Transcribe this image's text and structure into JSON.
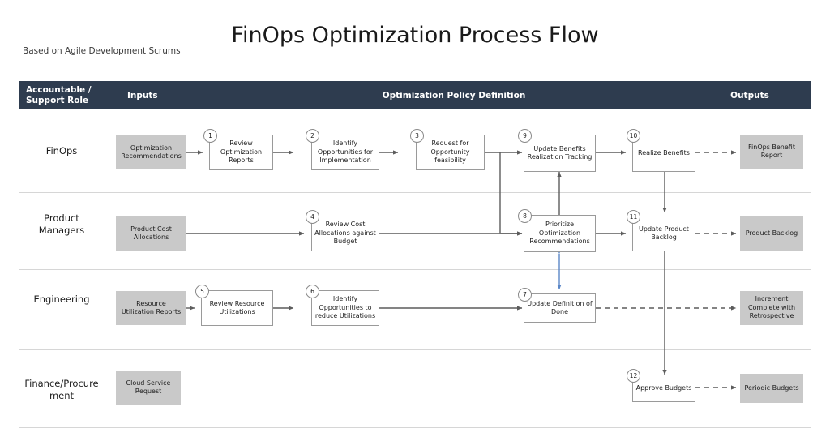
{
  "page": {
    "title": "FinOps Optimization Process Flow",
    "subtitle": "Based on Agile Development Scrums",
    "colors": {
      "header_band": "#2e3c4f",
      "document_fill": "#c9c9c9",
      "process_fill": "#ffffff",
      "process_border": "#9a9a9a",
      "connector": "#5c5c5c",
      "blue_connector": "#5b87c7",
      "lane_separator": "#d6d6d6"
    }
  },
  "header": {
    "columns": [
      {
        "key": "role",
        "label": "Accountable /\nSupport Role"
      },
      {
        "key": "inputs",
        "label": "Inputs"
      },
      {
        "key": "policy",
        "label": "Optimization Policy Definition"
      },
      {
        "key": "outputs",
        "label": "Outputs"
      }
    ],
    "role_line1": "Accountable /",
    "role_line2": "Support Role",
    "inputs": "Inputs",
    "policy": "Optimization Policy Definition",
    "outputs": "Outputs"
  },
  "lanes": [
    {
      "id": "finops",
      "label": "FinOps"
    },
    {
      "id": "product",
      "label": "Product\nManagers",
      "line1": "Product",
      "line2": "Managers"
    },
    {
      "id": "engineering",
      "label": "Engineering"
    },
    {
      "id": "finance",
      "label": "Finance/Procure\nment",
      "line1": "Finance/Procure",
      "line2": "ment"
    }
  ],
  "nodes": {
    "in_optimization_recommendations": {
      "text": "Optimization Recommendations",
      "type": "document",
      "lane": "finops"
    },
    "in_product_cost_allocations": {
      "text": "Product Cost Allocations",
      "type": "document",
      "lane": "product"
    },
    "in_resource_utilization_reports": {
      "text": "Resource Utilization Reports",
      "type": "document",
      "lane": "engineering"
    },
    "in_cloud_service_request": {
      "text": "Cloud Service Request",
      "type": "document",
      "lane": "finance"
    },
    "step1": {
      "number": "1",
      "text": "Review Optimization Reports",
      "type": "process",
      "lane": "finops"
    },
    "step2": {
      "number": "2",
      "text": "Identify Opportunities for Implementation",
      "type": "process",
      "lane": "finops"
    },
    "step3": {
      "number": "3",
      "text": "Request for Opportunity feasibility",
      "type": "process",
      "lane": "finops"
    },
    "step9": {
      "number": "9",
      "text": "Update Benefits Realization Tracking",
      "type": "process",
      "lane": "finops"
    },
    "step10": {
      "number": "10",
      "text": "Realize Benefits",
      "type": "process",
      "lane": "finops"
    },
    "step4": {
      "number": "4",
      "text": "Review Cost Allocations against Budget",
      "type": "process",
      "lane": "product"
    },
    "step8": {
      "number": "8",
      "text": "Prioritize Optimization Recommendations",
      "type": "process",
      "lane": "product"
    },
    "step11": {
      "number": "11",
      "text": "Update Product Backlog",
      "type": "process",
      "lane": "product"
    },
    "step5": {
      "number": "5",
      "text": "Review Resource Utilizations",
      "type": "process",
      "lane": "engineering"
    },
    "step6": {
      "number": "6",
      "text": "Identify Opportunities to reduce  Utilizations",
      "type": "process",
      "lane": "engineering"
    },
    "step7": {
      "number": "7",
      "text": "Update Definition of Done",
      "type": "process",
      "lane": "engineering"
    },
    "step12": {
      "number": "12",
      "text": "Approve Budgets",
      "type": "process",
      "lane": "finance"
    },
    "out_finops_benefit_report": {
      "text": "FinOps Benefit Report",
      "type": "document",
      "lane": "finops"
    },
    "out_product_backlog": {
      "text": "Product Backlog",
      "type": "document",
      "lane": "product"
    },
    "out_increment_complete": {
      "text": "Increment Complete with Retrospective",
      "type": "document",
      "lane": "engineering"
    },
    "out_periodic_budgets": {
      "text": "Periodic Budgets",
      "type": "document",
      "lane": "finance"
    }
  }
}
